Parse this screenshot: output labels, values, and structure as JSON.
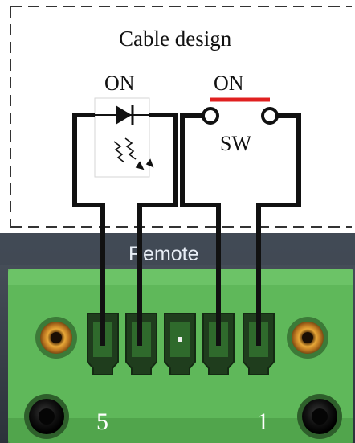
{
  "cable_design": {
    "title": "Cable design",
    "led": {
      "label": "ON",
      "icon": "led-diode-icon"
    },
    "switch": {
      "top_label": "ON",
      "bottom_label": "SW",
      "icon": "push-switch-icon"
    }
  },
  "connector": {
    "panel_label": "Remote",
    "pin_left_label": "5",
    "pin_right_label": "1"
  },
  "colors": {
    "wire": "#111111",
    "switch_bar": "#e02020",
    "terminal_green": "#5fb85a",
    "panel_gray": "#3d4550"
  }
}
